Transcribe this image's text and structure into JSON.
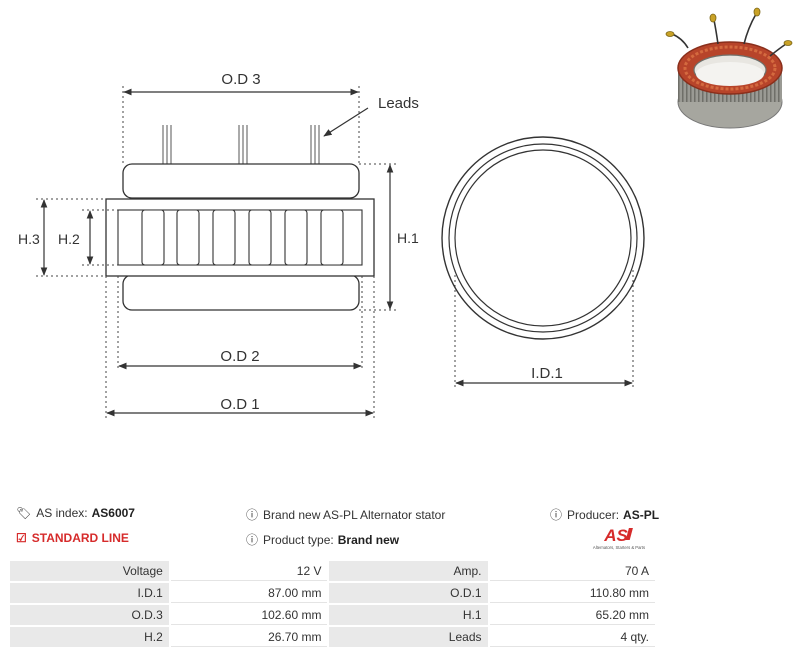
{
  "diagram": {
    "labels": {
      "od3": "O.D 3",
      "leads": "Leads",
      "h3": "H.3",
      "h2": "H.2",
      "h1": "H.1",
      "od2": "O.D 2",
      "od1": "O.D 1",
      "id1": "I.D.1"
    }
  },
  "info": {
    "as_index_label": "AS index:",
    "as_index_value": "AS6007",
    "line": "STANDARD LINE",
    "description": "Brand new AS-PL Alternator stator",
    "product_type_label": "Product type:",
    "product_type_value": "Brand new",
    "producer_label": "Producer:",
    "producer_value": "AS-PL",
    "logo_text": "AS",
    "logo_tagline": "Alternators, Starters & Parts"
  },
  "specs": {
    "rows": [
      [
        {
          "k": "Voltage",
          "v": "12 V"
        },
        {
          "k": "Amp.",
          "v": "70 A"
        }
      ],
      [
        {
          "k": "I.D.1",
          "v": "87.00 mm"
        },
        {
          "k": "O.D.1",
          "v": "110.80 mm"
        }
      ],
      [
        {
          "k": "O.D.3",
          "v": "102.60 mm"
        },
        {
          "k": "H.1",
          "v": "65.20 mm"
        }
      ],
      [
        {
          "k": "H.2",
          "v": "26.70 mm"
        },
        {
          "k": "Leads",
          "v": "4 qty."
        }
      ]
    ]
  },
  "colors": {
    "line": "#333333",
    "accent_red": "#d62b2b",
    "table_key_bg": "#e9e9e9"
  },
  "icons": {
    "as_index": "tag-icon",
    "standard_line": "check-square-icon",
    "info": "info-circle-icon"
  }
}
